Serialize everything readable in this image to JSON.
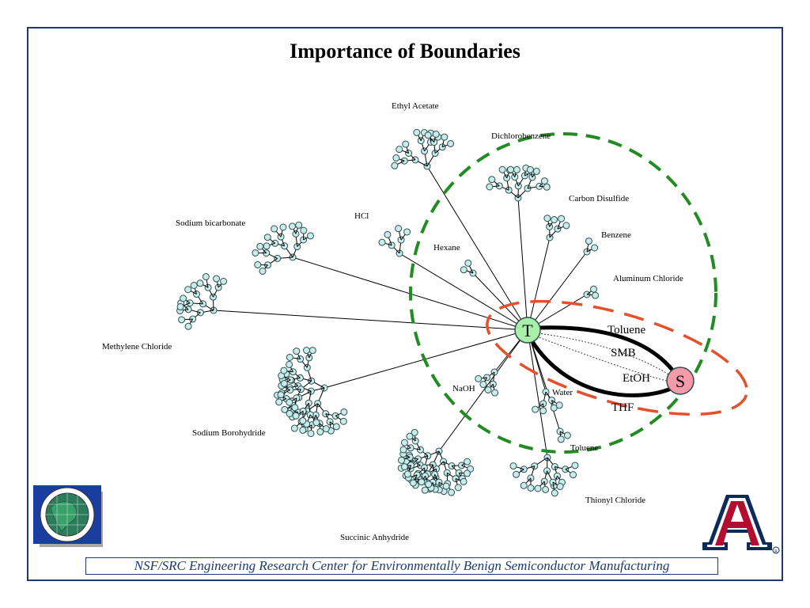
{
  "title": "Importance of Boundaries",
  "footer": "NSF/SRC Engineering Research Center for Environmentally Benign Semiconductor Manufacturing",
  "hub_nodes": {
    "t": "T",
    "s": "S"
  },
  "solvent_labels": {
    "ethyl_acetate": "Ethyl Acetate",
    "dichlorobenzene": "Dichlorobenzene",
    "carbon_disulfide": "Carbon Disulfide",
    "benzene": "Benzene",
    "aluminum_chloride": "Aluminum Chloride",
    "hcl": "HCl",
    "sodium_bicarbonate": "Sodium bicarbonate",
    "hexane": "Hexane",
    "methylene_chloride": "Methylene Chloride",
    "naoh": "NaOH",
    "water": "Water",
    "sodium_borohydride": "Sodium Borohydride",
    "toluene_tree": "Toluene",
    "thionyl_chloride": "Thionyl Chloride",
    "succinic_anhydride": "Succinic Anhydride"
  },
  "path_labels": {
    "toluene": "Toluene",
    "smb": "SMB",
    "etoh": "EtOH",
    "thf": "THF"
  },
  "colors": {
    "node_fill": "#c8ecec",
    "node_stroke": "#2f4f4f",
    "boundary_green": "#228B22",
    "boundary_red": "#e5502a",
    "hub_t": "#a8f0a8",
    "hub_s": "#f59aa8",
    "frame": "#1f3a6e",
    "ua_red": "#b30d2f",
    "ua_navy": "#0c2a5b"
  }
}
